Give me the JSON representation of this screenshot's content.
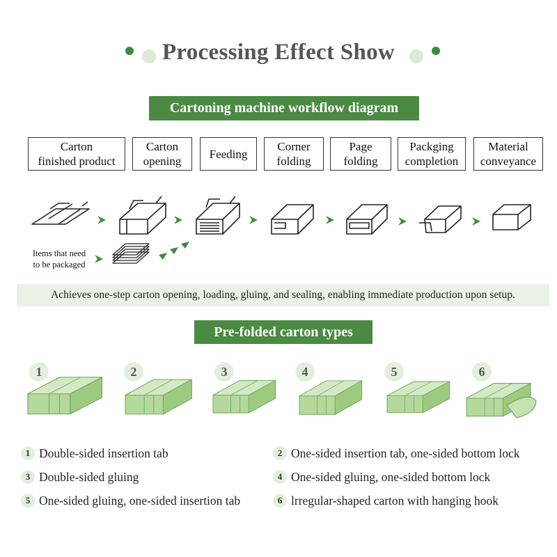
{
  "header": {
    "title": "Processing Effect Show"
  },
  "workflow": {
    "banner": "Cartoning machine workflow diagram",
    "steps": [
      "Carton\nfinished product",
      "Carton\nopening",
      "Feeding",
      "Corner\nfolding",
      "Page\nfolding",
      "Packging\ncompletion",
      "Material\nconveyance"
    ],
    "items_label": "Items that need\nto be packaged",
    "note": "Achieves one-step carton opening, loading, gluing, and sealing, enabling immediate production upon setup."
  },
  "pre_folded": {
    "banner": "Pre-folded carton types",
    "numbers": [
      "1",
      "2",
      "3",
      "4",
      "5",
      "6"
    ],
    "types": [
      {
        "num": "1",
        "label": "Double-sided insertion tab"
      },
      {
        "num": "2",
        "label": "One-sided insertion tab, one-sided bottom lock"
      },
      {
        "num": "3",
        "label": "Double-sided gluing"
      },
      {
        "num": "4",
        "label": "One-sided gluing, one-sided bottom lock"
      },
      {
        "num": "5",
        "label": "One-sided gluing, one-sided insertion tab"
      },
      {
        "num": "6",
        "label": "lrregular-shaped carton with hanging hook"
      }
    ]
  },
  "colors": {
    "accent_green": "#4a8a43",
    "light_green": "#eaf2e6",
    "carton_green": "#a9d08e",
    "arrow_green": "#3f8a3a"
  }
}
